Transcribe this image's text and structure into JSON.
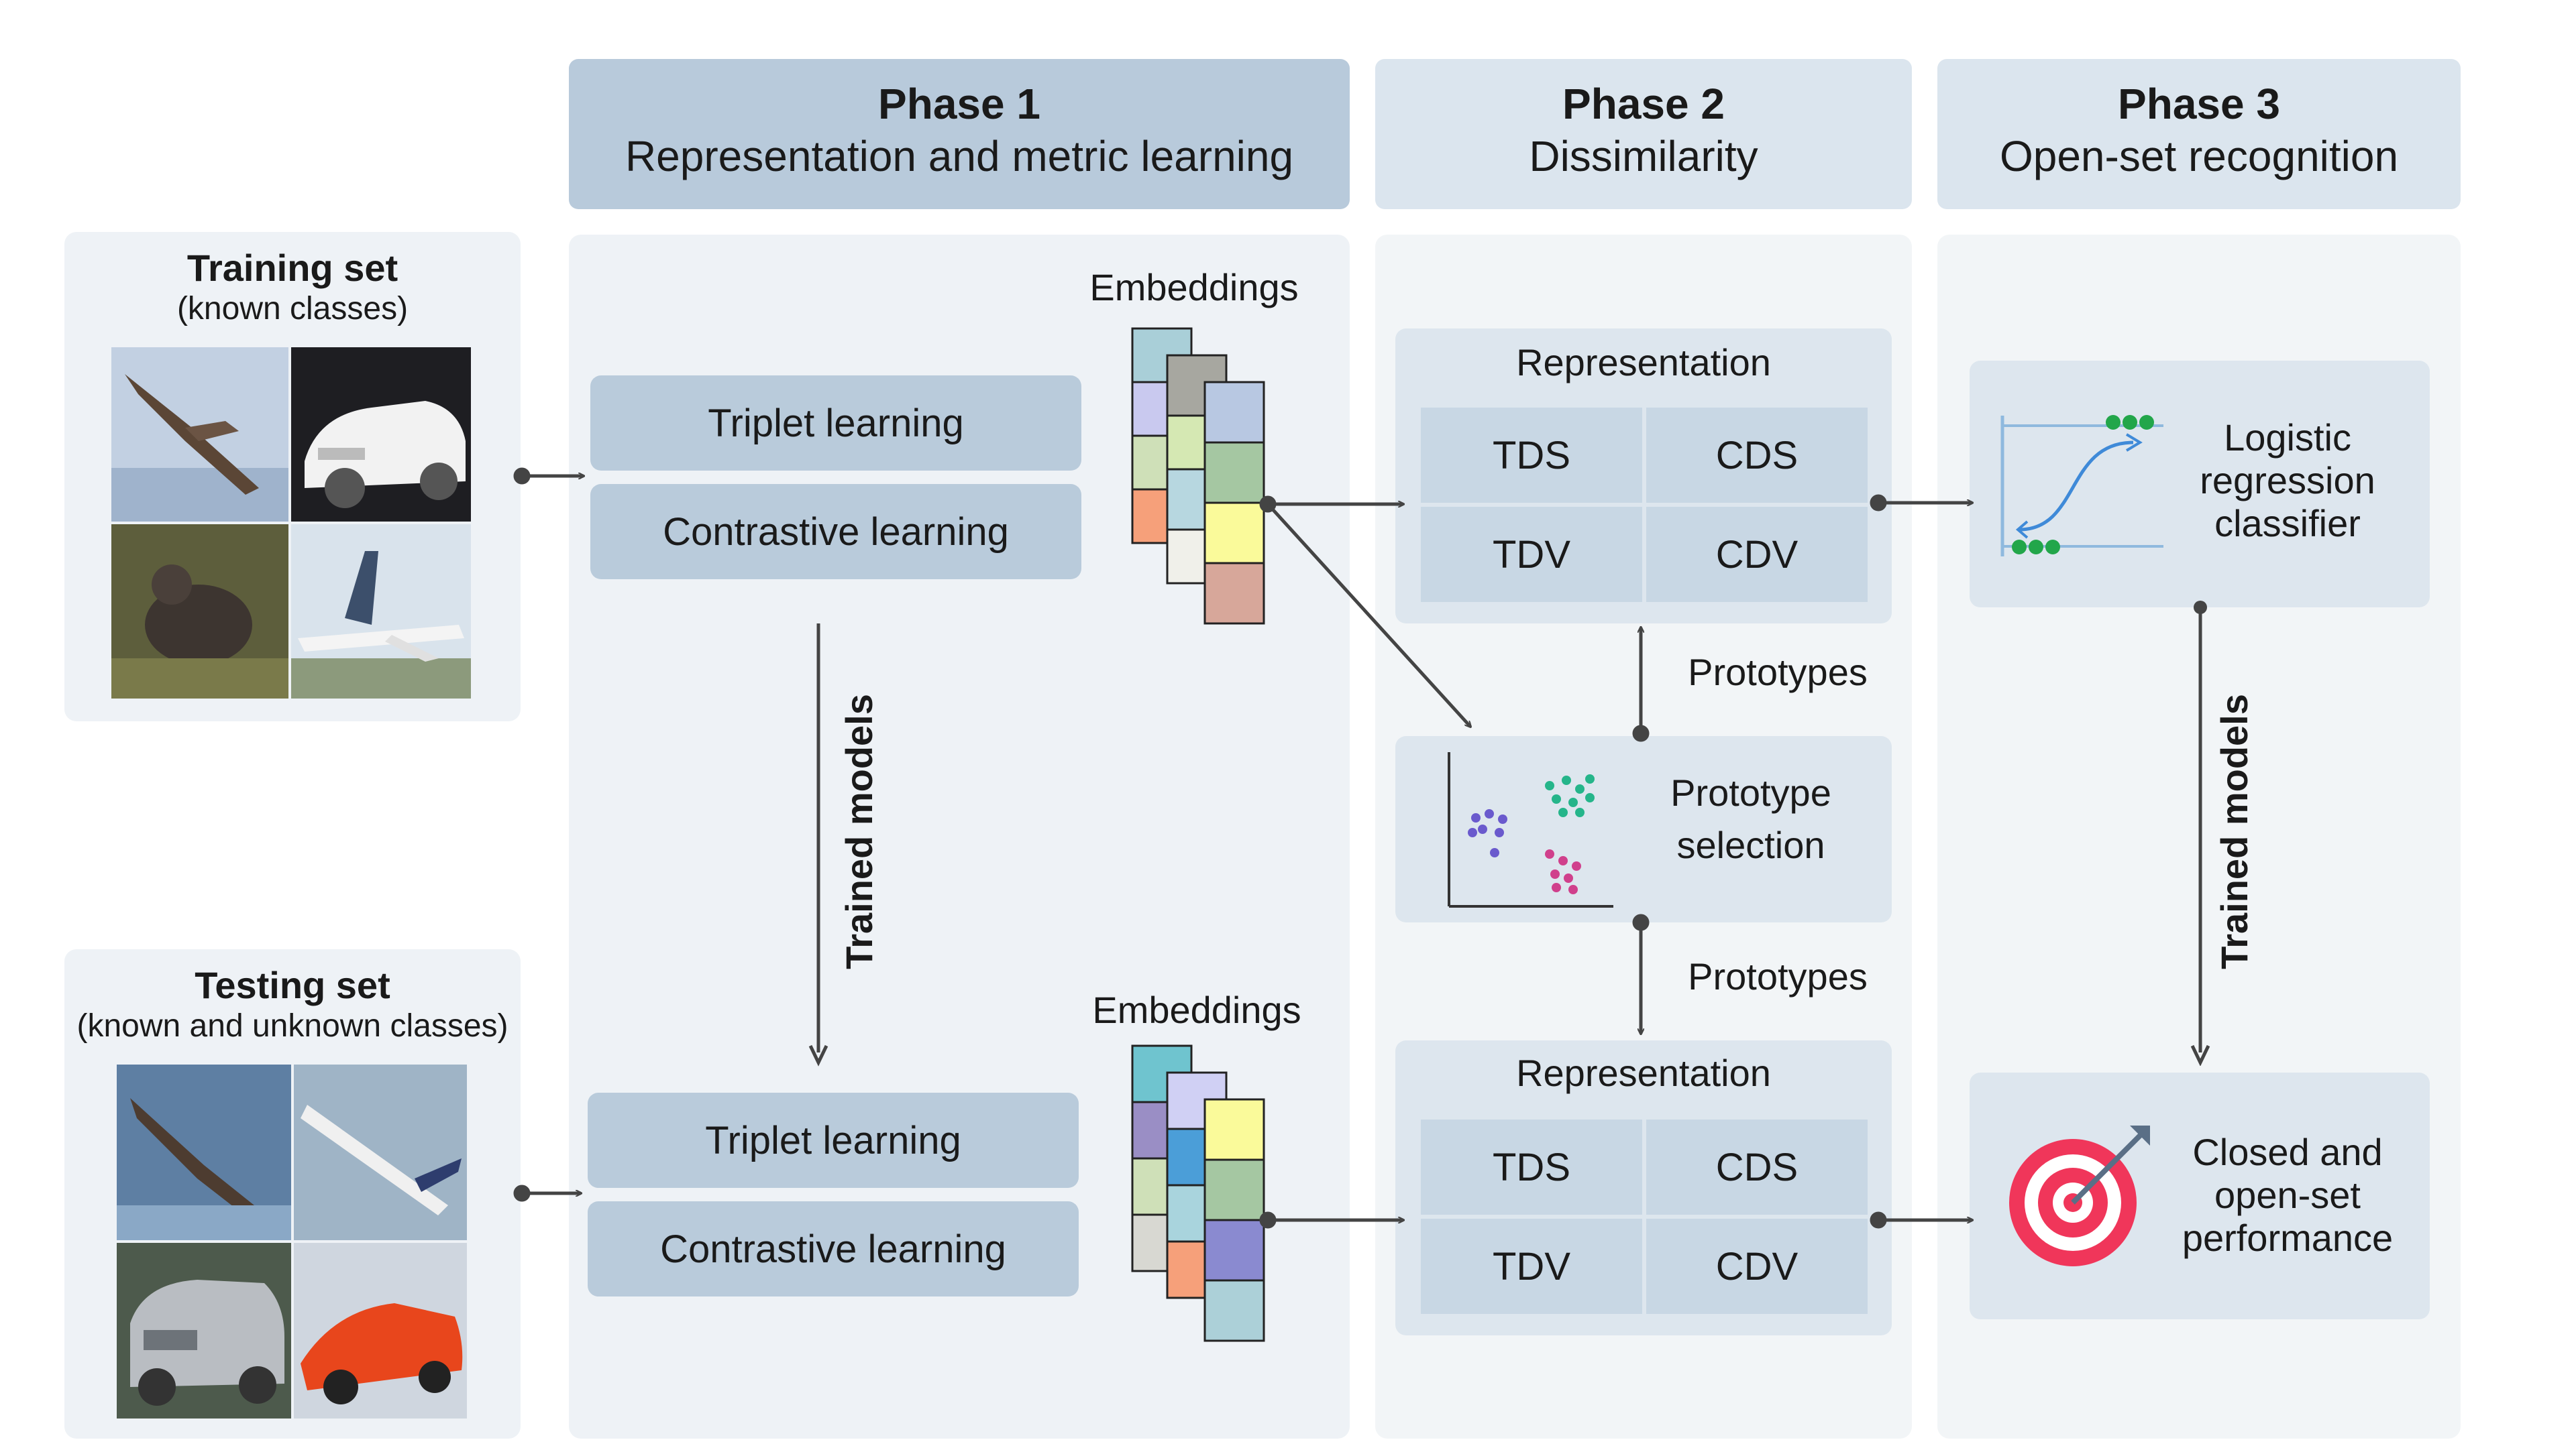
{
  "phases": [
    {
      "title": "Phase 1",
      "subtitle": "Representation and metric learning"
    },
    {
      "title": "Phase 2",
      "subtitle": "Dissimilarity"
    },
    {
      "title": "Phase 3",
      "subtitle": "Open-set recognition"
    }
  ],
  "training": {
    "title": "Training set",
    "subtitle": "(known classes)"
  },
  "testing": {
    "title": "Testing set",
    "subtitle": "(known and unknown classes)"
  },
  "phase1": {
    "top": {
      "triplet": "Triplet learning",
      "contrastive": "Contrastive learning",
      "embeddings": "Embeddings"
    },
    "bottom": {
      "triplet": "Triplet learning",
      "contrastive": "Contrastive learning",
      "embeddings": "Embeddings"
    },
    "trained_models": "Trained models"
  },
  "phase2": {
    "top_rep": {
      "title": "Representation",
      "cells": [
        "TDS",
        "CDS",
        "TDV",
        "CDV"
      ]
    },
    "prototypes_top": "Prototypes",
    "prototype_selection": [
      "Prototype",
      "selection"
    ],
    "prototypes_bottom": "Prototypes",
    "bottom_rep": {
      "title": "Representation",
      "cells": [
        "TDS",
        "CDS",
        "TDV",
        "CDV"
      ]
    }
  },
  "phase3": {
    "classifier": [
      "Logistic",
      "regression",
      "classifier"
    ],
    "trained_models": "Trained models",
    "performance": [
      "Closed and",
      "open-set",
      "performance"
    ]
  },
  "colors": {
    "phase_header": "#b8cadb",
    "phase_header_light": "#dbe5ee",
    "panel": "#eef2f6",
    "pill": "#b9cbdb",
    "cell": "#c8d7e4",
    "target_red": "#f0365a",
    "dots_green": "#22a64a"
  }
}
